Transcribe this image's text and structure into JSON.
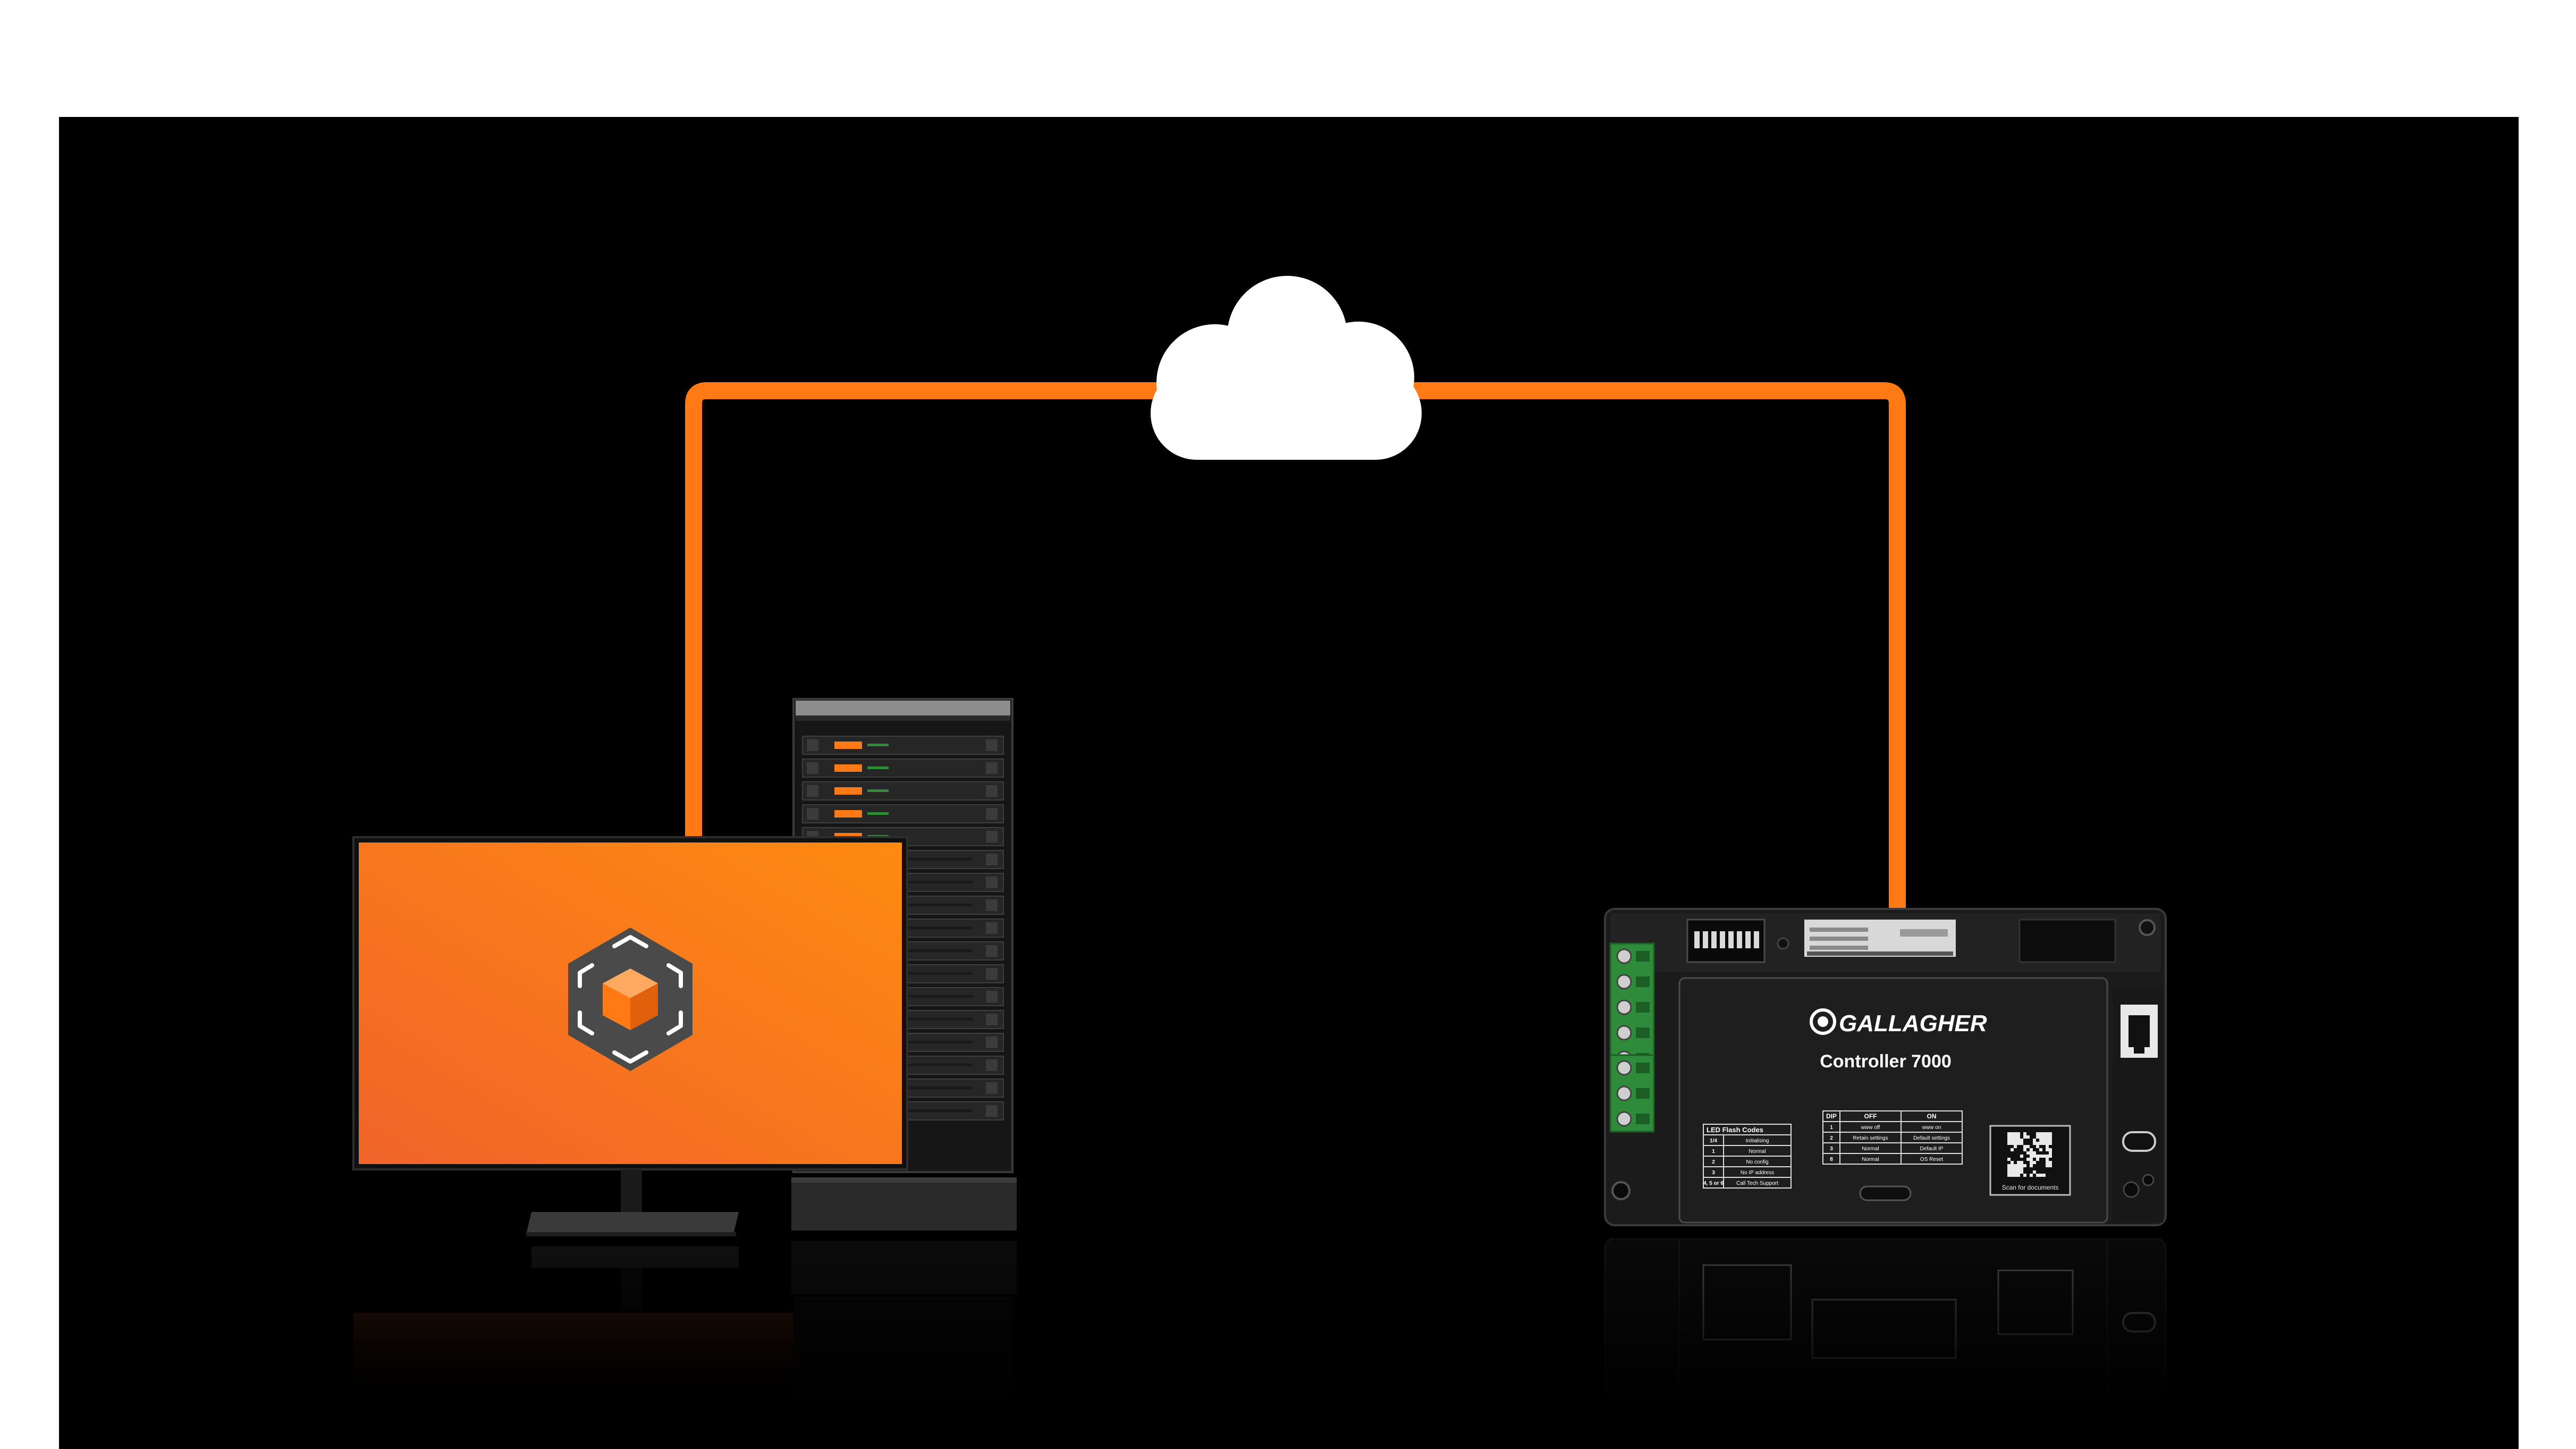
{
  "colors": {
    "background": "#000000",
    "page": "#ffffff",
    "link": "#ff7a14",
    "accent": "#ff7a14",
    "cloud": "#ffffff",
    "terminal_green": "#2e8b3a"
  },
  "icons": {
    "cloud": "cloud-icon",
    "monitor": "monitor-icon",
    "server": "server-rack-icon",
    "controller": "controller-device-icon",
    "app_logo": "hexagon-cube-logo-icon"
  },
  "controller": {
    "brand": "GALLAGHER",
    "model": "Controller 7000",
    "dip_table": {
      "headers": [
        "DIP",
        "OFF",
        "ON"
      ],
      "rows": [
        [
          "1",
          "www off",
          "www on"
        ],
        [
          "2",
          "Retain settings",
          "Default settings"
        ],
        [
          "3",
          "Normal",
          "Default IP"
        ],
        [
          "8",
          "Normal",
          "OS Reset"
        ]
      ]
    },
    "led_table": {
      "title": "LED Flash Codes",
      "rows": [
        [
          "1/4",
          "Initialising"
        ],
        [
          "1",
          "Normal"
        ],
        [
          "2",
          "No config"
        ],
        [
          "3",
          "No IP address"
        ],
        [
          "4, 5 or 6",
          "Call Tech Support"
        ]
      ]
    },
    "qr_caption": "Scan for documents"
  }
}
